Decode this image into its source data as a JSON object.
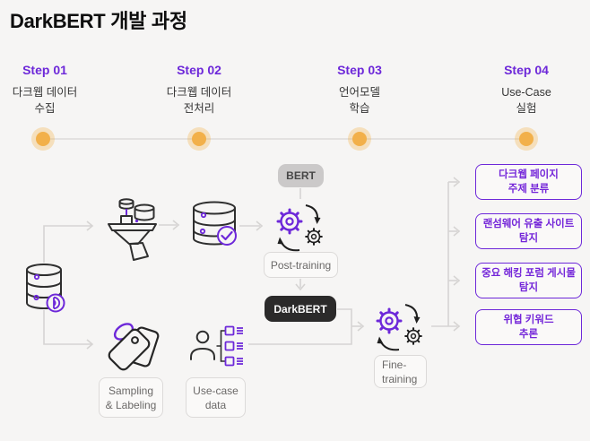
{
  "page": {
    "title": "DarkBERT 개발 과정"
  },
  "steps": [
    {
      "label": "Step 01",
      "line1": "다크웹 데이터",
      "line2": "수집"
    },
    {
      "label": "Step 02",
      "line1": "다크웹 데이터",
      "line2": "전처리"
    },
    {
      "label": "Step 03",
      "line1": "언어모델",
      "line2": "학습"
    },
    {
      "label": "Step 04",
      "line1": "Use-Case",
      "line2": "실험"
    }
  ],
  "flow": {
    "bert_badge": "BERT",
    "post_training": "Post-training",
    "darkbert_badge": "DarkBERT",
    "fine_training_line1": "Fine-",
    "fine_training_line2": "training",
    "sampling_line1": "Sampling",
    "sampling_line2": "& Labeling",
    "usecase_line1": "Use-case",
    "usecase_line2": "data"
  },
  "outputs": [
    {
      "line1": "다크웹 페이지",
      "line2": "주제 분류"
    },
    {
      "line1": "랜섬웨어 유출 사이트",
      "line2": "탐지"
    },
    {
      "line1": "중요 해킹 포럼 게시물",
      "line2": "탐지"
    },
    {
      "line1": "위협 키워드",
      "line2": "추론"
    }
  ],
  "icons": {
    "source_database": "database-cylinder-with-onion-badge",
    "crawler": "funnel-data-collector",
    "preprocessed_database": "database-cylinder-with-check-badge",
    "training_gears": "dual-gears-cycle",
    "labeling_tags": "price-tags",
    "annotator": "person-with-task-list",
    "timeline_marker": "orange-dot"
  },
  "colors": {
    "background": "#f6f5f4",
    "purple": "#6d28d9",
    "orange_dot": "#f2b04a",
    "badge_gray": "#cbc9c9",
    "badge_dark": "#2b2a2a",
    "box_border_gray": "#dcdad9",
    "box_text_gray": "#6b6968",
    "connector_gray": "#d6d4d3",
    "title_text": "#0e0e0e"
  }
}
